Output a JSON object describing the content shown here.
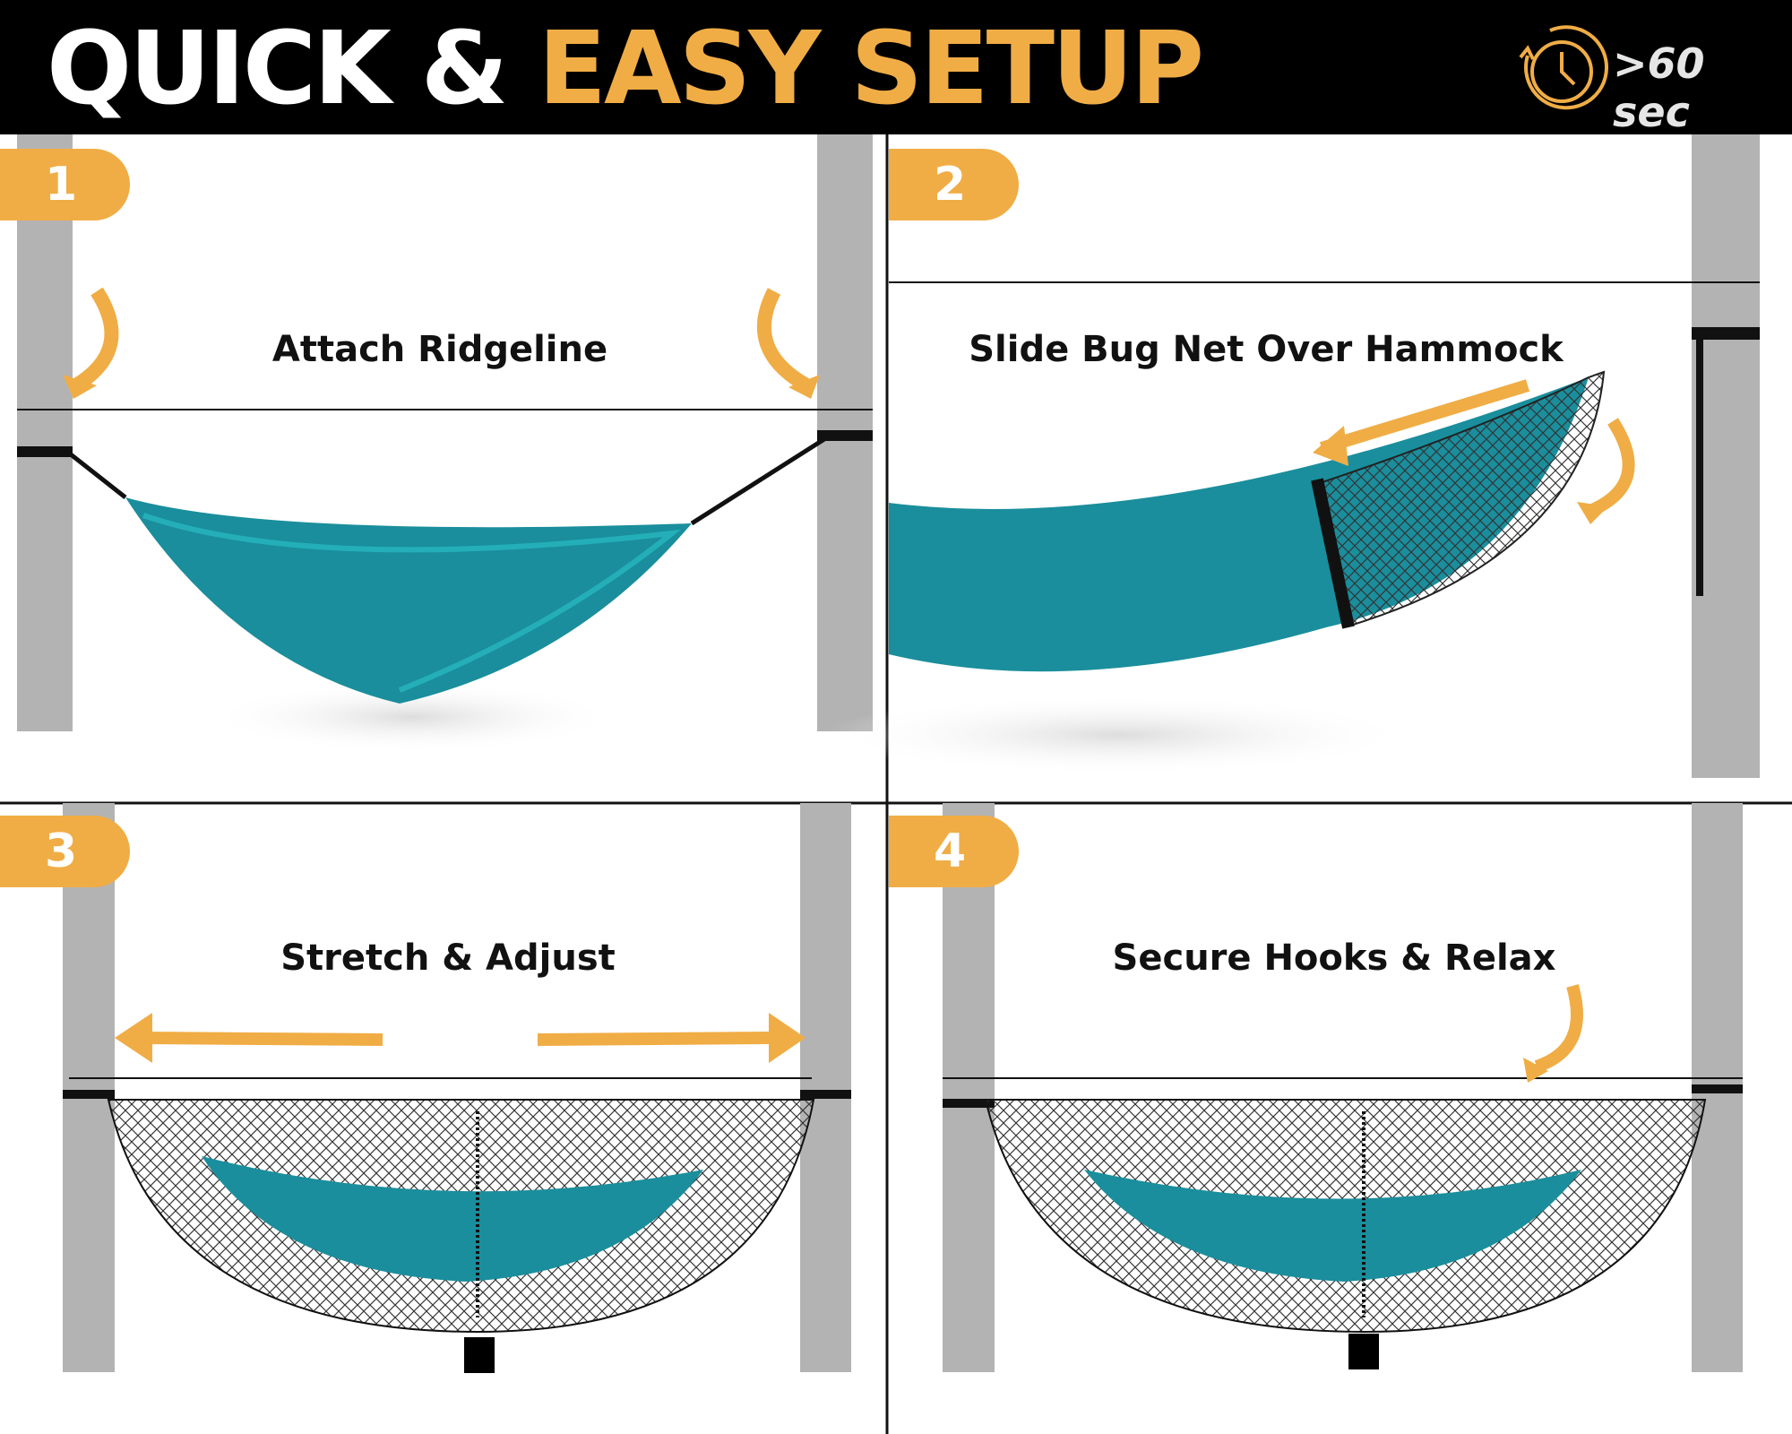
{
  "header": {
    "title_part1": "QUICK &",
    "title_part2": "EASY SETUP",
    "timer_icon": "clock-refresh-icon",
    "duration": ">60 sec"
  },
  "steps": [
    {
      "number": "1",
      "title": "Attach Ridgeline"
    },
    {
      "number": "2",
      "title": "Slide Bug Net Over Hammock"
    },
    {
      "number": "3",
      "title": "Stretch & Adjust"
    },
    {
      "number": "4",
      "title": "Secure Hooks & Relax"
    }
  ],
  "colors": {
    "accent": "#f0ad45",
    "hammock": "#1a9aa6",
    "tree": "#b3b3b3",
    "header_bg": "#000000"
  }
}
